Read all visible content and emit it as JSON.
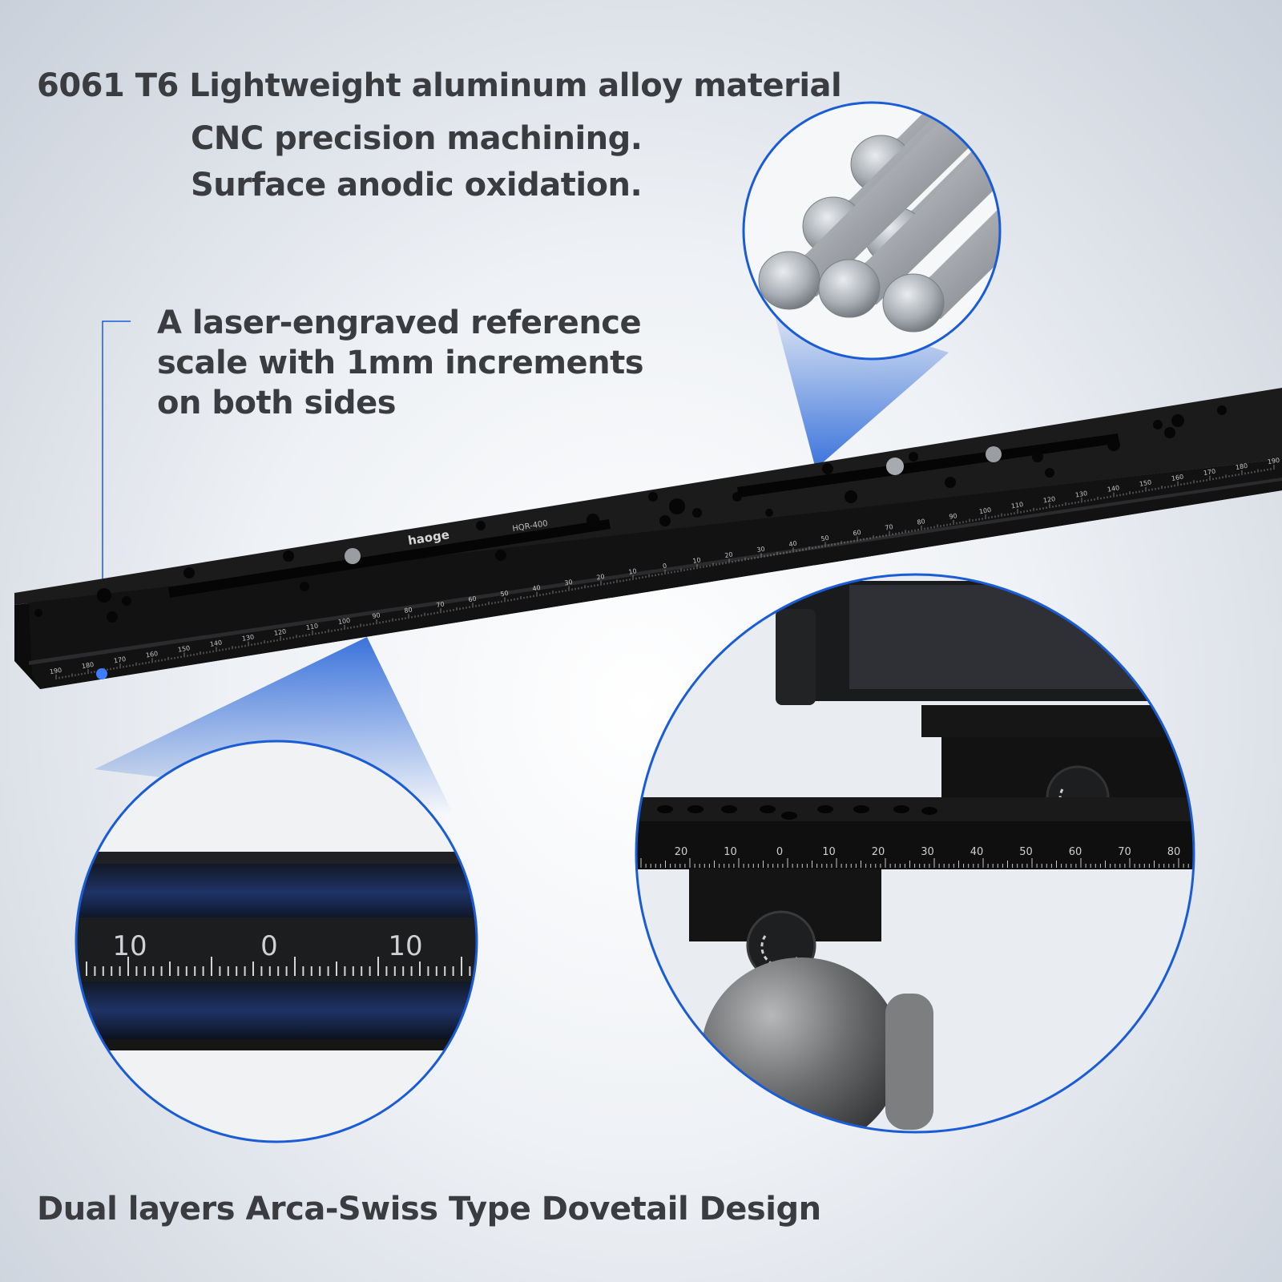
{
  "headlines": {
    "material": "6061 T6 Lightweight aluminum alloy material",
    "cnc": "CNC precision machining.",
    "surface": "Surface anodic oxidation.",
    "scale_line1": "A laser-engraved reference",
    "scale_line2": "scale with 1mm increments",
    "scale_line3": "on both sides",
    "dovetail": "Dual layers Arca-Swiss Type Dovetail Design"
  },
  "product": {
    "brand": "haoge",
    "model": "HQR-400",
    "front_scale_labels": [
      "190",
      "180",
      "170",
      "160",
      "150",
      "140",
      "130",
      "120",
      "110",
      "100",
      "90",
      "80",
      "70",
      "60",
      "50",
      "40",
      "30",
      "20",
      "10",
      "0",
      "10",
      "20",
      "30",
      "40",
      "50",
      "60",
      "70",
      "80",
      "90",
      "100",
      "110",
      "120",
      "130",
      "140",
      "150",
      "160",
      "170",
      "180",
      "190"
    ]
  },
  "zoom_scale": {
    "labels": [
      "10",
      "0",
      "10"
    ]
  },
  "zoom_mount": {
    "scale_labels": [
      "20",
      "10",
      "0",
      "10",
      "20",
      "30",
      "40",
      "50",
      "60",
      "70",
      "80"
    ]
  },
  "colors": {
    "accent": "#1a5cd6",
    "text": "#3a3c40",
    "rail": "#141414"
  }
}
